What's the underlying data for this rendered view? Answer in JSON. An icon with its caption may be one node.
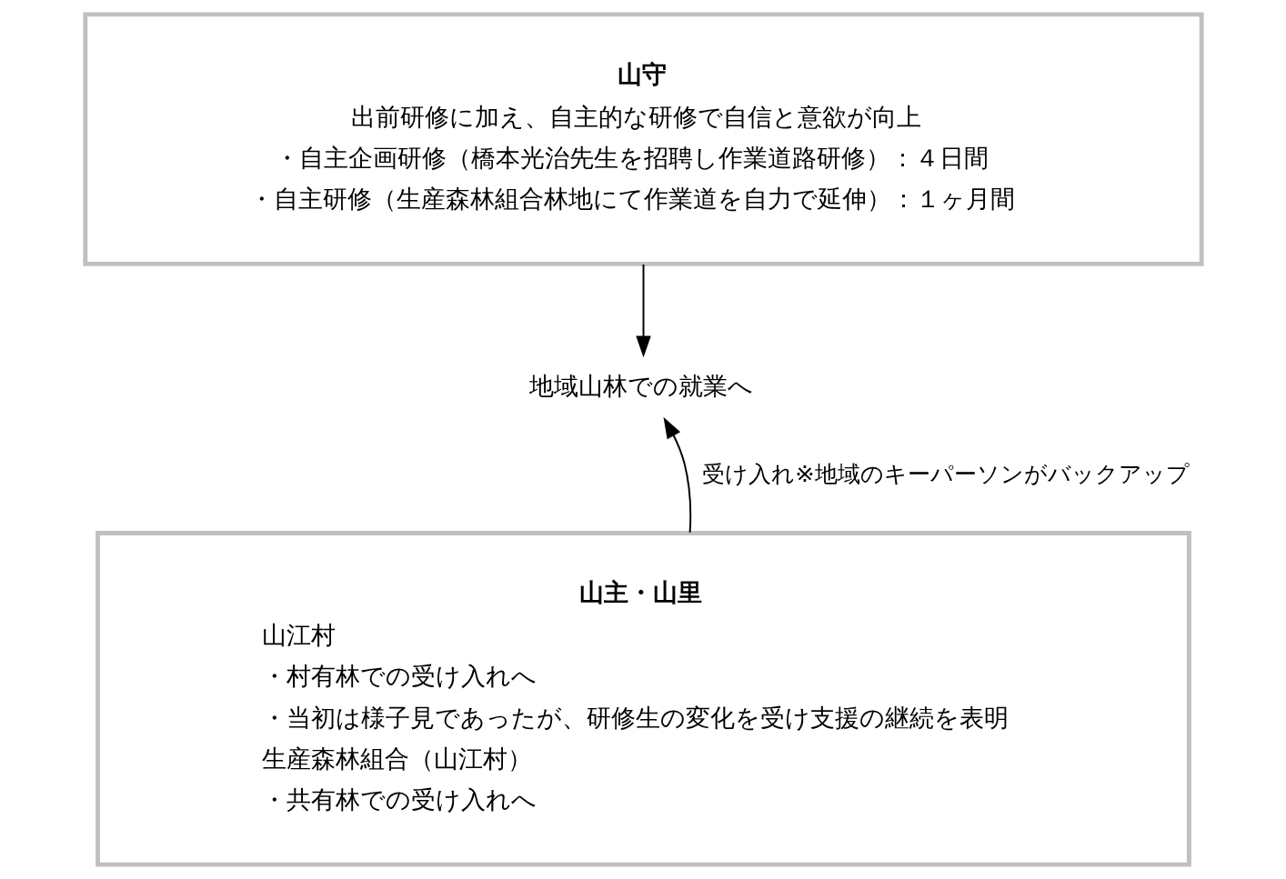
{
  "diagram": {
    "nodes": [
      {
        "text": [
          "山守",
          "出前研修に加え、自主的な研修で自信と意欲が向上",
          "・自主企画研修（橋本光治先生を招聘し作業道路研修）：４日間",
          "・自主研修（生産森林組合林地にて作業道を自力で延伸）：１ヶ月間"
        ]
      },
      {
        "text": [
          "地域山林での就業へ"
        ]
      },
      {
        "text": [
          "山主・山里",
          "山江村",
          "・村有林での受け入れへ",
          "・当初は様子見であったが、研修生の変化を受け支援の継続を表明",
          "生産森林組合（山江村）",
          "・共有林での受け入れへ"
        ]
      }
    ],
    "edges": [
      {
        "from": 0,
        "to": 1,
        "arrow": "to"
      },
      {
        "from": 2,
        "to": 1,
        "arrow": "to",
        "label": "受け入れ※地域のキーパーソンがバックアップ"
      }
    ]
  }
}
